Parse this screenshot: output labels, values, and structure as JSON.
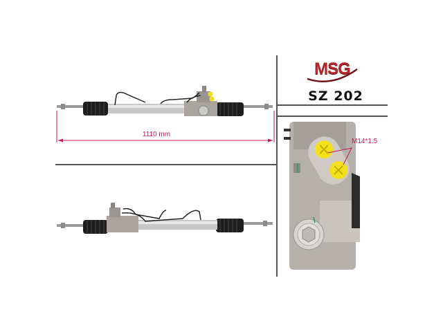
{
  "brand": {
    "logo_text": "MSG",
    "logo_color": "#b3262a"
  },
  "product": {
    "part_number": "SZ 202",
    "type": "steering-rack"
  },
  "dimensions": {
    "overall_length_label": "1110 mm",
    "dimension_color": "#c2185b"
  },
  "detail": {
    "thread_label": "M14*1.5",
    "plug_color": "#f2e01a"
  },
  "views": [
    {
      "name": "top-view",
      "caption": ""
    },
    {
      "name": "bottom-view",
      "caption": ""
    },
    {
      "name": "valve-closeup",
      "caption": ""
    }
  ]
}
